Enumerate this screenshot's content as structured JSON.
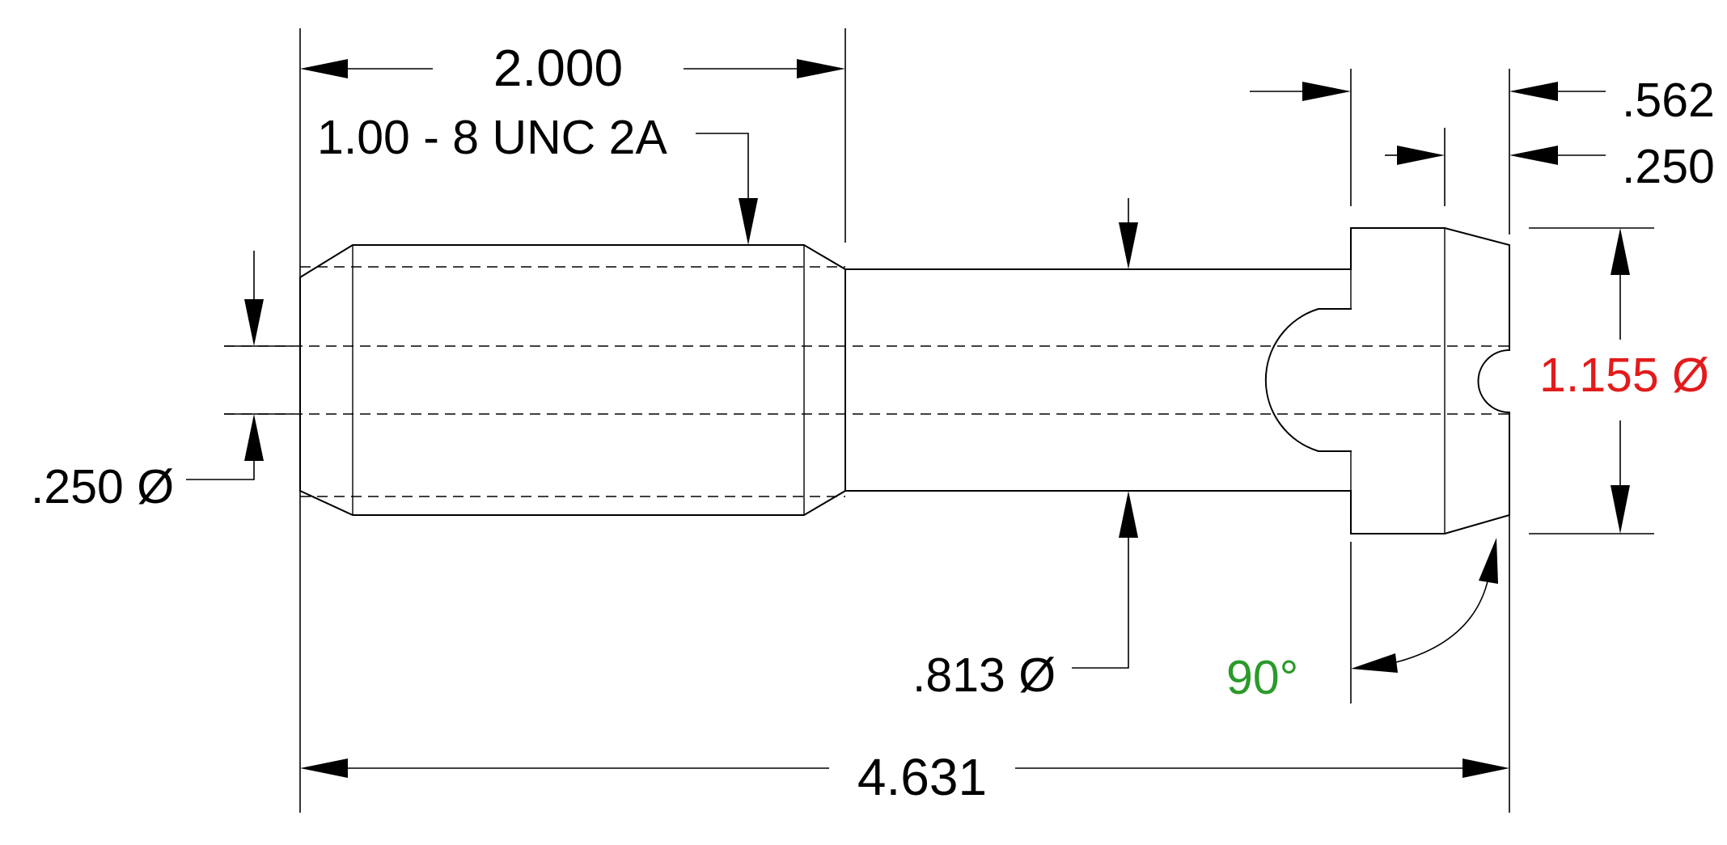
{
  "dimensions": {
    "thread_length": {
      "text": "2.000",
      "color": "#000000"
    },
    "thread_spec": {
      "text": "1.00 - 8 UNC 2A",
      "color": "#000000"
    },
    "head_length": {
      "text": ".562",
      "color": "#000000"
    },
    "head_land": {
      "text": ".250",
      "color": "#000000"
    },
    "head_diameter": {
      "text": "1.155 Ø",
      "color": "#e31b1b"
    },
    "hole_diameter": {
      "text": ".250 Ø",
      "color": "#000000"
    },
    "shank_diameter": {
      "text": ".813 Ø",
      "color": "#000000"
    },
    "chamfer_angle": {
      "text": "90°",
      "color": "#2a9a2a"
    },
    "overall_length": {
      "text": "4.631",
      "color": "#000000"
    }
  }
}
